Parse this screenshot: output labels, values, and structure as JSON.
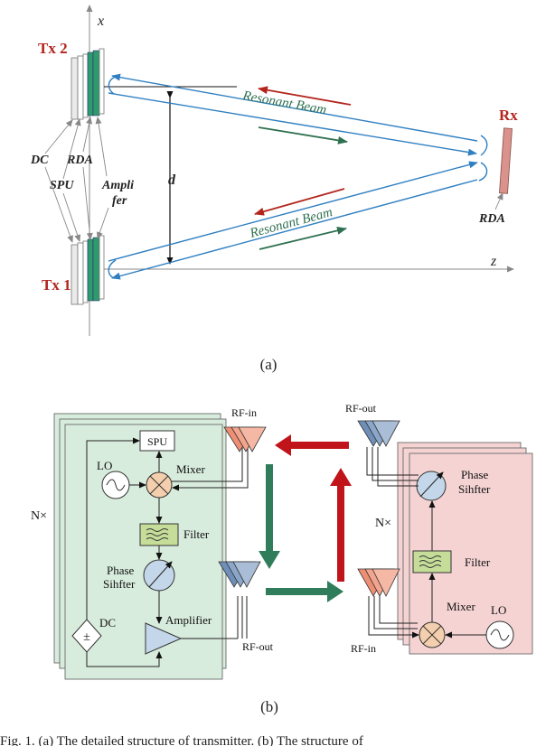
{
  "panel_a": {
    "axis_x": "x",
    "axis_z": "z",
    "tx2": "Tx 2",
    "tx1": "Tx 1",
    "rx": "Rx",
    "rx_rda": "RDA",
    "dc": "DC",
    "rda": "RDA",
    "spu": "SPU",
    "amp_line1": "Ampli",
    "amp_line2": "fer",
    "distance": "d",
    "beam_top": "Resonant Beam",
    "beam_bottom": "Resonant Beam",
    "caption": "(a)",
    "colors": {
      "tx_label": "#b3261e",
      "beam": "#2f7fc1",
      "red_arrow": "#b3261e",
      "green_arrow": "#2e7050",
      "gain": "#2f9a6e",
      "rx_module": "#d9938c"
    }
  },
  "panel_b": {
    "spu": "SPU",
    "lo_left": "LO",
    "mixer_left": "Mixer",
    "filter_left": "Filter",
    "phase_left_1": "Phase",
    "phase_left_2": "Sihfter",
    "dc": "DC",
    "dc_symbol": "±",
    "amplifier": "Amplifier",
    "n_left": "N×",
    "rf_in_left": "RF-in",
    "rf_out_left": "RF-out",
    "rf_out_right": "RF-out",
    "rf_in_right": "RF-in",
    "phase_right_1": "Phase",
    "phase_right_2": "Sihfter",
    "filter_right": "Filter",
    "mixer_right": "Mixer",
    "lo_right": "LO",
    "n_right": "N×",
    "caption": "(b)",
    "colors": {
      "left_panel": "#d8ecdd",
      "right_panel": "#f5d3d3",
      "red_arrow": "#c0141a",
      "green_arrow": "#2f7d5a"
    }
  },
  "figure_caption": "Fig. 1.   (a)  The detailed structure of transmitter.  (b)  The structure of"
}
